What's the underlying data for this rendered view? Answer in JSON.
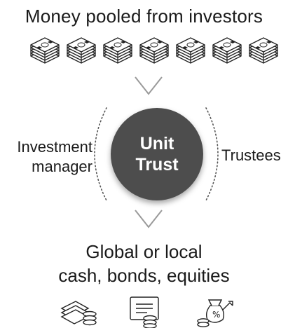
{
  "top": {
    "title": "Money pooled from investors",
    "money_stacks": 7
  },
  "center": {
    "line1": "Unit",
    "line2": "Trust"
  },
  "left_label": {
    "line1": "Investment",
    "line2": "manager"
  },
  "right_label": {
    "text": "Trustees"
  },
  "bottom": {
    "line1": "Global or local",
    "line2": "cash, bonds, equities"
  },
  "icons": [
    "cash-coins-icon",
    "bond-certificate-icon",
    "equity-money-bag-icon"
  ]
}
